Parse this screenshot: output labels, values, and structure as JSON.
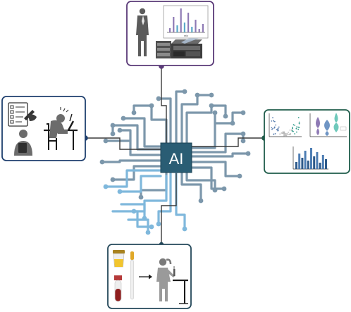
{
  "center": {
    "label": "AI",
    "fill": "#2a5d74"
  },
  "panels": {
    "top": {
      "name": "mass-spectrometry-panel",
      "border": "#5a3a78",
      "chart_tick": "m/z"
    },
    "left": {
      "name": "clinical-data-panel",
      "border": "#1e3f6e"
    },
    "right": {
      "name": "data-analysis-panel",
      "border": "#1f5c4a"
    },
    "bottom": {
      "name": "sample-collection-panel",
      "border": "#24485a"
    }
  },
  "colors": {
    "circuit_dark": "#7c97ab",
    "circuit_light": "#7fb8dc",
    "connector": "#3a3a3a",
    "node_top": "#5a3a78",
    "node_left": "#1e3f6e",
    "node_right": "#1f5c4a"
  }
}
